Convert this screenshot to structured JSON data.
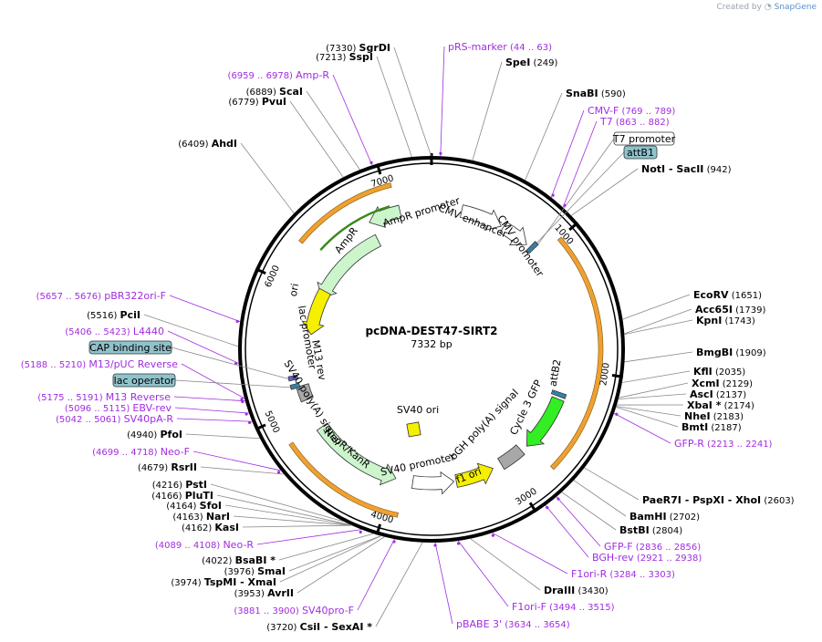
{
  "credit": {
    "prefix": "Created by",
    "brand": "SnapGene"
  },
  "plasmid": {
    "name": "pcDNA-DEST47-SIRT2",
    "length_label": "7332 bp"
  },
  "ticks": [
    "1000",
    "2000",
    "3000",
    "4000",
    "5000",
    "6000",
    "7000"
  ],
  "enzymes": [
    {
      "name": "SgrDI",
      "pos": "(7330)"
    },
    {
      "name": "SspI",
      "pos": "(7213)"
    },
    {
      "name": "ScaI",
      "pos": "(6889)"
    },
    {
      "name": "PvuI",
      "pos": "(6779)"
    },
    {
      "name": "AhdI",
      "pos": "(6409)"
    },
    {
      "name": "SpeI",
      "pos": "(249)"
    },
    {
      "name": "SnaBI",
      "pos": "(590)"
    },
    {
      "name": "NotI",
      "name2": "- SacII",
      "pos": "(942)"
    },
    {
      "name": "EcoRV",
      "pos": "(1651)"
    },
    {
      "name": "Acc65I",
      "pos": "(1739)"
    },
    {
      "name": "KpnI",
      "pos": "(1743)"
    },
    {
      "name": "BmgBI",
      "pos": "(1909)"
    },
    {
      "name": "KflI",
      "pos": "(2035)"
    },
    {
      "name": "XcmI",
      "pos": "(2129)"
    },
    {
      "name": "AscI",
      "pos": "(2137)"
    },
    {
      "name": "XbaI *",
      "pos": "(2174)"
    },
    {
      "name": "NheI",
      "pos": "(2183)"
    },
    {
      "name": "BmtI",
      "pos": "(2187)"
    },
    {
      "name": "PaeR7I",
      "name2": "- PspXI - XhoI",
      "pos": "(2603)"
    },
    {
      "name": "BamHI",
      "pos": "(2702)"
    },
    {
      "name": "BstBI",
      "pos": "(2804)"
    },
    {
      "name": "DraIII",
      "pos": "(3430)"
    },
    {
      "name": "CsiI",
      "name2": "- SexAI *",
      "pos": "(3720)"
    },
    {
      "name": "AvrII",
      "pos": "(3953)"
    },
    {
      "name": "TspMI",
      "name2": "- XmaI",
      "pos": "(3974)"
    },
    {
      "name": "SmaI",
      "pos": "(3976)"
    },
    {
      "name": "BsaBI *",
      "pos": "(4022)"
    },
    {
      "name": "KasI",
      "pos": "(4162)"
    },
    {
      "name": "NarI",
      "pos": "(4163)"
    },
    {
      "name": "SfoI",
      "pos": "(4164)"
    },
    {
      "name": "PluTI",
      "pos": "(4166)"
    },
    {
      "name": "PstI",
      "pos": "(4216)"
    },
    {
      "name": "RsrII",
      "pos": "(4679)"
    },
    {
      "name": "PfoI",
      "pos": "(4940)"
    },
    {
      "name": "PciI",
      "pos": "(5516)"
    }
  ],
  "primers": [
    {
      "name": "pRS-marker",
      "range": "(44 .. 63)"
    },
    {
      "name": "Amp-R",
      "range": "(6959 .. 6978)"
    },
    {
      "name": "CMV-F",
      "range": "(769 .. 789)"
    },
    {
      "name": "T7",
      "range": "(863 .. 882)"
    },
    {
      "name": "GFP-R",
      "range": "(2213 .. 2241)"
    },
    {
      "name": "GFP-F",
      "range": "(2836 .. 2856)"
    },
    {
      "name": "BGH-rev",
      "range": "(2921 .. 2938)"
    },
    {
      "name": "F1ori-R",
      "range": "(3284 .. 3303)"
    },
    {
      "name": "F1ori-F",
      "range": "(3494 .. 3515)"
    },
    {
      "name": "pBABE 3'",
      "range": "(3634 .. 3654)"
    },
    {
      "name": "SV40pro-F",
      "range": "(3881 .. 3900)"
    },
    {
      "name": "Neo-R",
      "range": "(4089 .. 4108)"
    },
    {
      "name": "Neo-F",
      "range": "(4699 .. 4718)"
    },
    {
      "name": "SV40pA-R",
      "range": "(5042 .. 5061)"
    },
    {
      "name": "EBV-rev",
      "range": "(5096 .. 5115)"
    },
    {
      "name": "M13 Reverse",
      "range": "(5175 .. 5191)"
    },
    {
      "name": "M13/pUC Reverse",
      "range": "(5188 .. 5210)"
    },
    {
      "name": "L4440",
      "range": "(5406 .. 5423)"
    },
    {
      "name": "pBR322ori-F",
      "range": "(5657 .. 5676)"
    }
  ],
  "boxed_labels": [
    {
      "text": "T7 promoter",
      "fill": "#ffffff"
    },
    {
      "text": "attB1",
      "fill": "#8fc3cc"
    },
    {
      "text": "CAP binding site",
      "fill": "#8fc3cc"
    },
    {
      "text": "lac operator",
      "fill": "#8fc3cc"
    }
  ],
  "features": [
    {
      "label": "AmpR promoter"
    },
    {
      "label": "CMV enhancer"
    },
    {
      "label": "CMV promoter"
    },
    {
      "label": "AmpR"
    },
    {
      "label": "ori"
    },
    {
      "label": "lac promoter"
    },
    {
      "label": "M13 rev"
    },
    {
      "label": "SV40 poly(A) signal"
    },
    {
      "label": "NeoR/KanR"
    },
    {
      "label": "SV40 promoter"
    },
    {
      "label": "SV40 ori"
    },
    {
      "label": "f1 ori"
    },
    {
      "label": "bGH poly(A) signal"
    },
    {
      "label": "Cycle 3 GFP"
    },
    {
      "label": "attB2"
    }
  ],
  "colors": {
    "backbone": "#000000",
    "primer": "#a12ce0",
    "orf_highlight": "#f0a030",
    "amp_fill": "#ccf5cc",
    "gfp_fill": "#33ee22",
    "ori_fill": "#f5ef00",
    "grey_feature": "#a8a8a8",
    "white_feature": "#ffffff"
  }
}
